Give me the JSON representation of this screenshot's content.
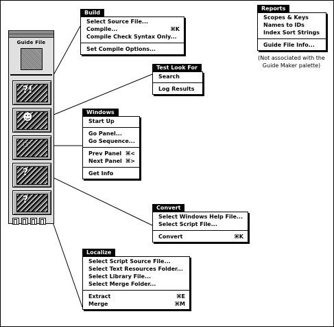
{
  "palette": {
    "title": "Guide File"
  },
  "menus": {
    "build": {
      "title": "Build",
      "items": [
        {
          "label": "Select Source File...",
          "shortcut": ""
        },
        {
          "label": "Compile...",
          "shortcut": "⌘K"
        },
        {
          "label": "Compile Check Syntax Only...",
          "shortcut": ""
        },
        {
          "label": "Set Compile Options...",
          "shortcut": ""
        }
      ]
    },
    "test_look_for": {
      "title": "Test Look For",
      "items": [
        {
          "label": "Search",
          "shortcut": ""
        },
        {
          "label": "Log Results",
          "shortcut": ""
        }
      ]
    },
    "windows": {
      "title": "Windows",
      "items": [
        {
          "label": "Start Up",
          "shortcut": ""
        },
        {
          "label": "Go Panel...",
          "shortcut": ""
        },
        {
          "label": "Go Sequence...",
          "shortcut": ""
        },
        {
          "label": "Prev Panel",
          "shortcut": "⌘<"
        },
        {
          "label": "Next Panel",
          "shortcut": "⌘>"
        },
        {
          "label": "Get Info",
          "shortcut": ""
        }
      ]
    },
    "convert": {
      "title": "Convert",
      "items": [
        {
          "label": "Select Windows Help File...",
          "shortcut": ""
        },
        {
          "label": "Select Script File...",
          "shortcut": ""
        },
        {
          "label": "Convert",
          "shortcut": "⌘K"
        }
      ]
    },
    "localize": {
      "title": "Localize",
      "items": [
        {
          "label": "Select Script Source File...",
          "shortcut": ""
        },
        {
          "label": "Select Text Resources Folder...",
          "shortcut": ""
        },
        {
          "label": "Select Library File...",
          "shortcut": ""
        },
        {
          "label": "Select Merge Folder...",
          "shortcut": ""
        },
        {
          "label": "Extract",
          "shortcut": "⌘E"
        },
        {
          "label": "Merge",
          "shortcut": "⌘M"
        }
      ]
    },
    "reports": {
      "title": "Reports",
      "items": [
        {
          "label": "Scopes & Keys",
          "shortcut": ""
        },
        {
          "label": "Names to IDs",
          "shortcut": ""
        },
        {
          "label": "Index Sort Strings",
          "shortcut": ""
        },
        {
          "label": "Guide File Info...",
          "shortcut": ""
        }
      ]
    }
  },
  "note": {
    "line1": "(Not associated with the",
    "line2": "Guide Maker palette)"
  }
}
